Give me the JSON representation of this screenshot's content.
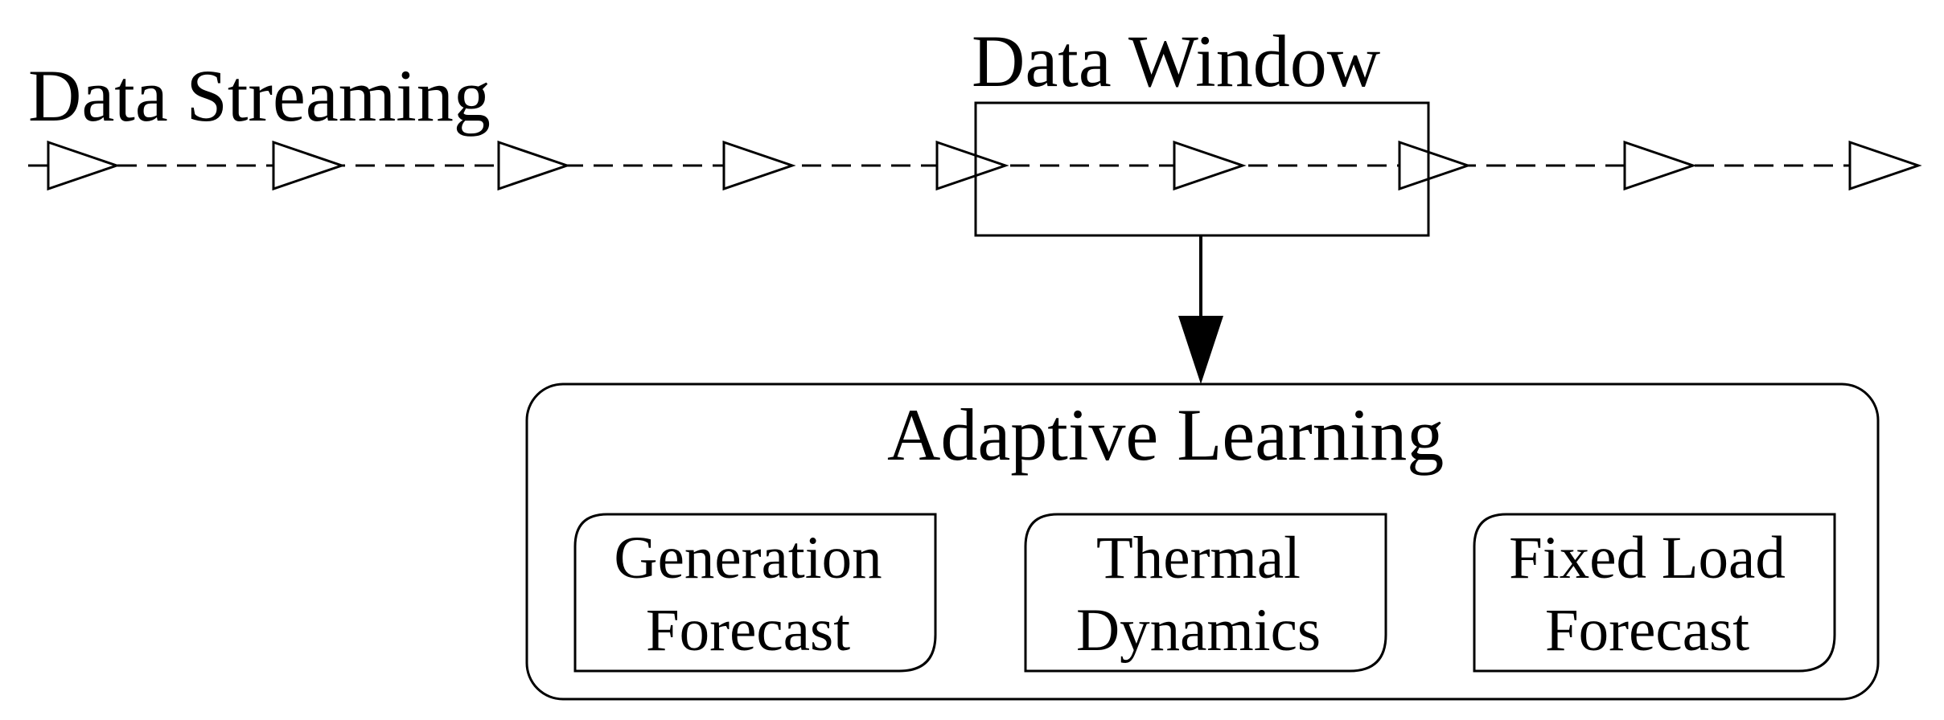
{
  "stream": {
    "title": "Data Streaming",
    "item_count": 9
  },
  "window": {
    "title": "Data Window"
  },
  "adaptive": {
    "title": "Adaptive Learning",
    "modules": [
      {
        "line1": "Generation",
        "line2": "Forecast"
      },
      {
        "line1": "Thermal",
        "line2": "Dynamics"
      },
      {
        "line1": "Fixed Load",
        "line2": "Forecast"
      }
    ]
  },
  "colors": {
    "stroke": "#000000",
    "background": "#ffffff"
  }
}
